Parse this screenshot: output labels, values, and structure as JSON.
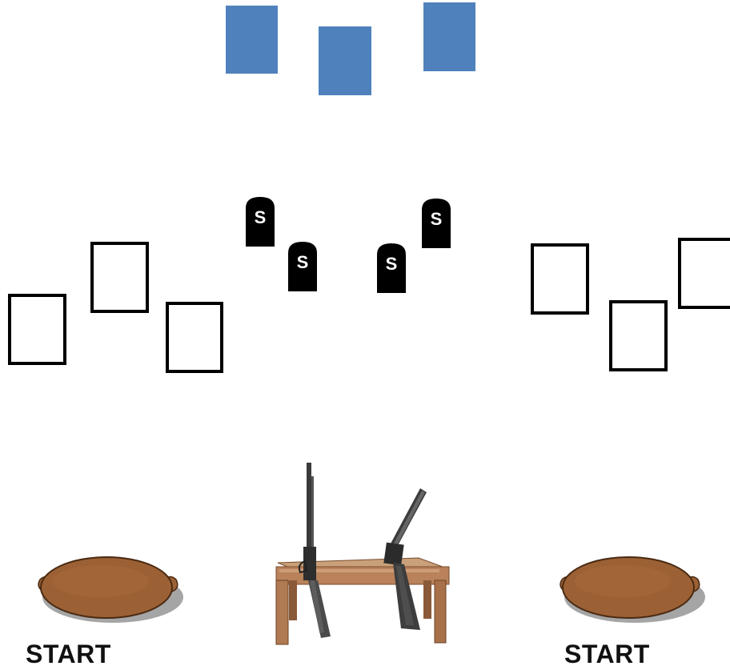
{
  "stage": {
    "start_labels": [
      "START",
      "START"
    ],
    "steel_targets": [
      {
        "label": "S"
      },
      {
        "label": "S"
      },
      {
        "label": "S"
      },
      {
        "label": "S"
      }
    ],
    "colors": {
      "no_shoot_blue": "#4f81bd",
      "paper_target_border": "#000000",
      "steel_target": "#000000",
      "barrel_brown": "#9b6135",
      "table_wood": "#b07a52"
    },
    "props": [
      "barrel-icon",
      "barrel-icon",
      "table-icon",
      "rifle-icon",
      "shotgun-icon"
    ]
  }
}
